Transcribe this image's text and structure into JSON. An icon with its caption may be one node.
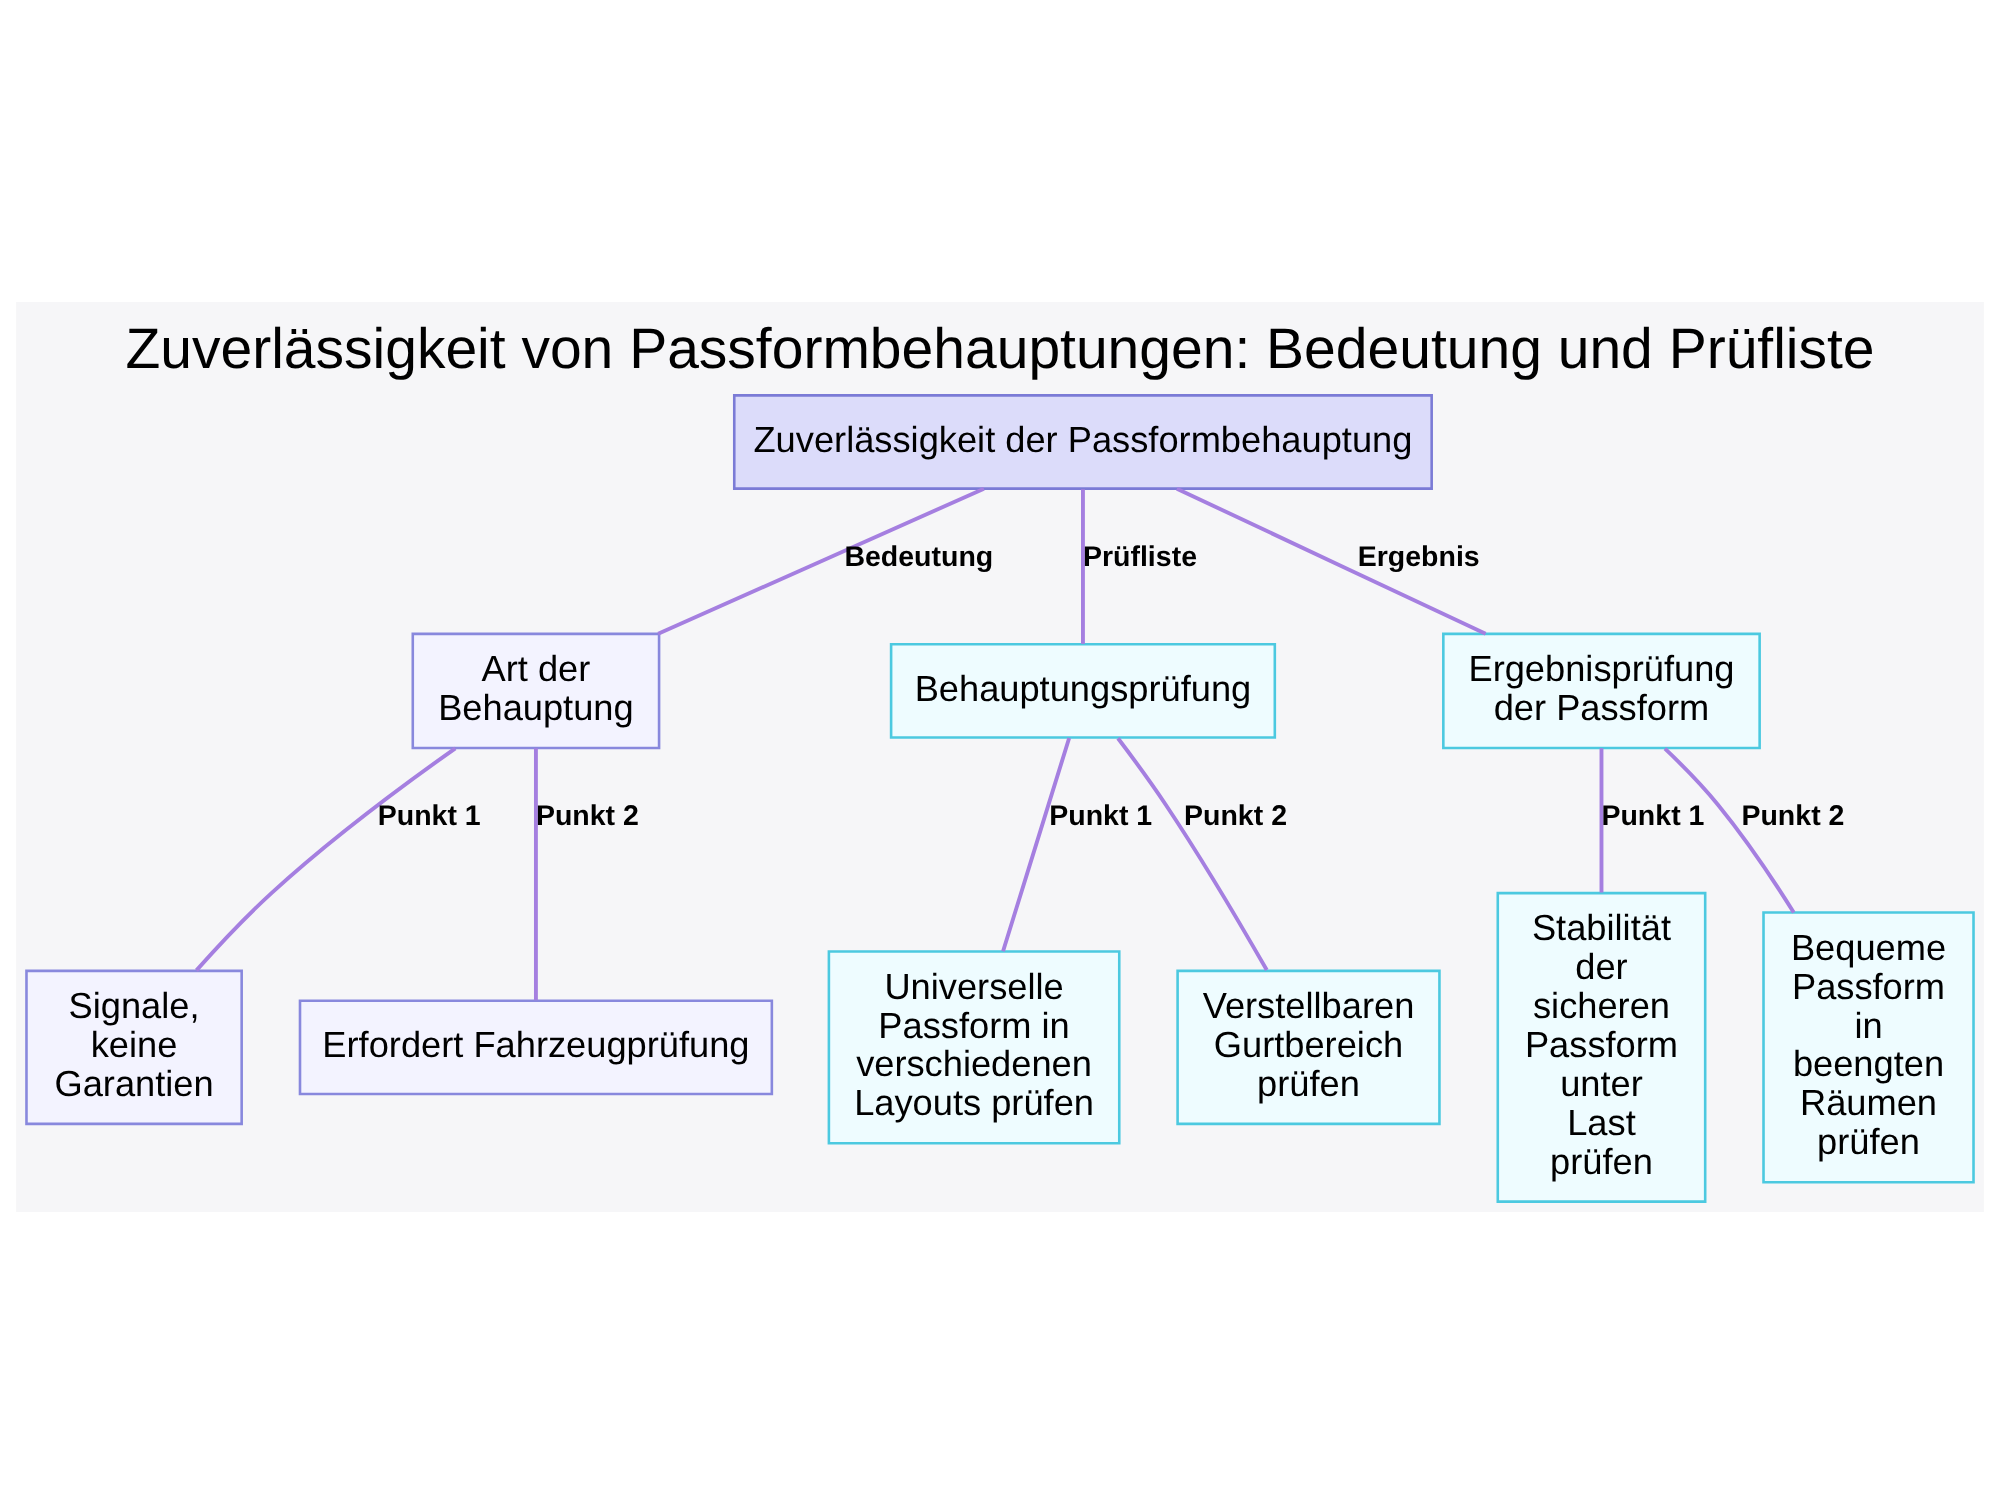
{
  "diagram": {
    "title": "Zuverlässigkeit von Passformbehauptungen: Bedeutung und Prüfliste",
    "nodes": [
      {
        "text": [
          "Zuverlässigkeit der Passformbehauptung"
        ]
      },
      {
        "text": [
          "Art der Behauptung"
        ]
      },
      {
        "text": [
          "Behauptungsprüfung"
        ]
      },
      {
        "text": [
          "Ergebnisprüfung der Passform"
        ]
      },
      {
        "text": [
          "Signale, keine Garantien"
        ]
      },
      {
        "text": [
          "Erfordert Fahrzeugprüfung"
        ]
      },
      {
        "text": [
          "Universelle Passform in verschiedenen Layouts prüfen"
        ]
      },
      {
        "text": [
          "Verstellbaren Gurtbereich prüfen"
        ]
      },
      {
        "text": [
          "Stabilität der sicheren Passform unter Last prüfen"
        ]
      },
      {
        "text": [
          "Bequeme Passform in beengten Räumen prüfen"
        ]
      }
    ],
    "edges": [
      {
        "from": 0,
        "to": 1,
        "arrow": "none",
        "label": "Bedeutung"
      },
      {
        "from": 0,
        "to": 2,
        "arrow": "none",
        "label": "Prüfliste"
      },
      {
        "from": 0,
        "to": 3,
        "arrow": "none",
        "label": "Ergebnis"
      },
      {
        "from": 1,
        "to": 4,
        "arrow": "none",
        "label": "Punkt 1"
      },
      {
        "from": 1,
        "to": 5,
        "arrow": "none",
        "label": "Punkt 2"
      },
      {
        "from": 2,
        "to": 6,
        "arrow": "none",
        "label": "Punkt 1"
      },
      {
        "from": 2,
        "to": 7,
        "arrow": "none",
        "label": "Punkt 2"
      },
      {
        "from": 3,
        "to": 8,
        "arrow": "none",
        "label": "Punkt 1"
      },
      {
        "from": 3,
        "to": 9,
        "arrow": "none",
        "label": "Punkt 2"
      }
    ]
  }
}
